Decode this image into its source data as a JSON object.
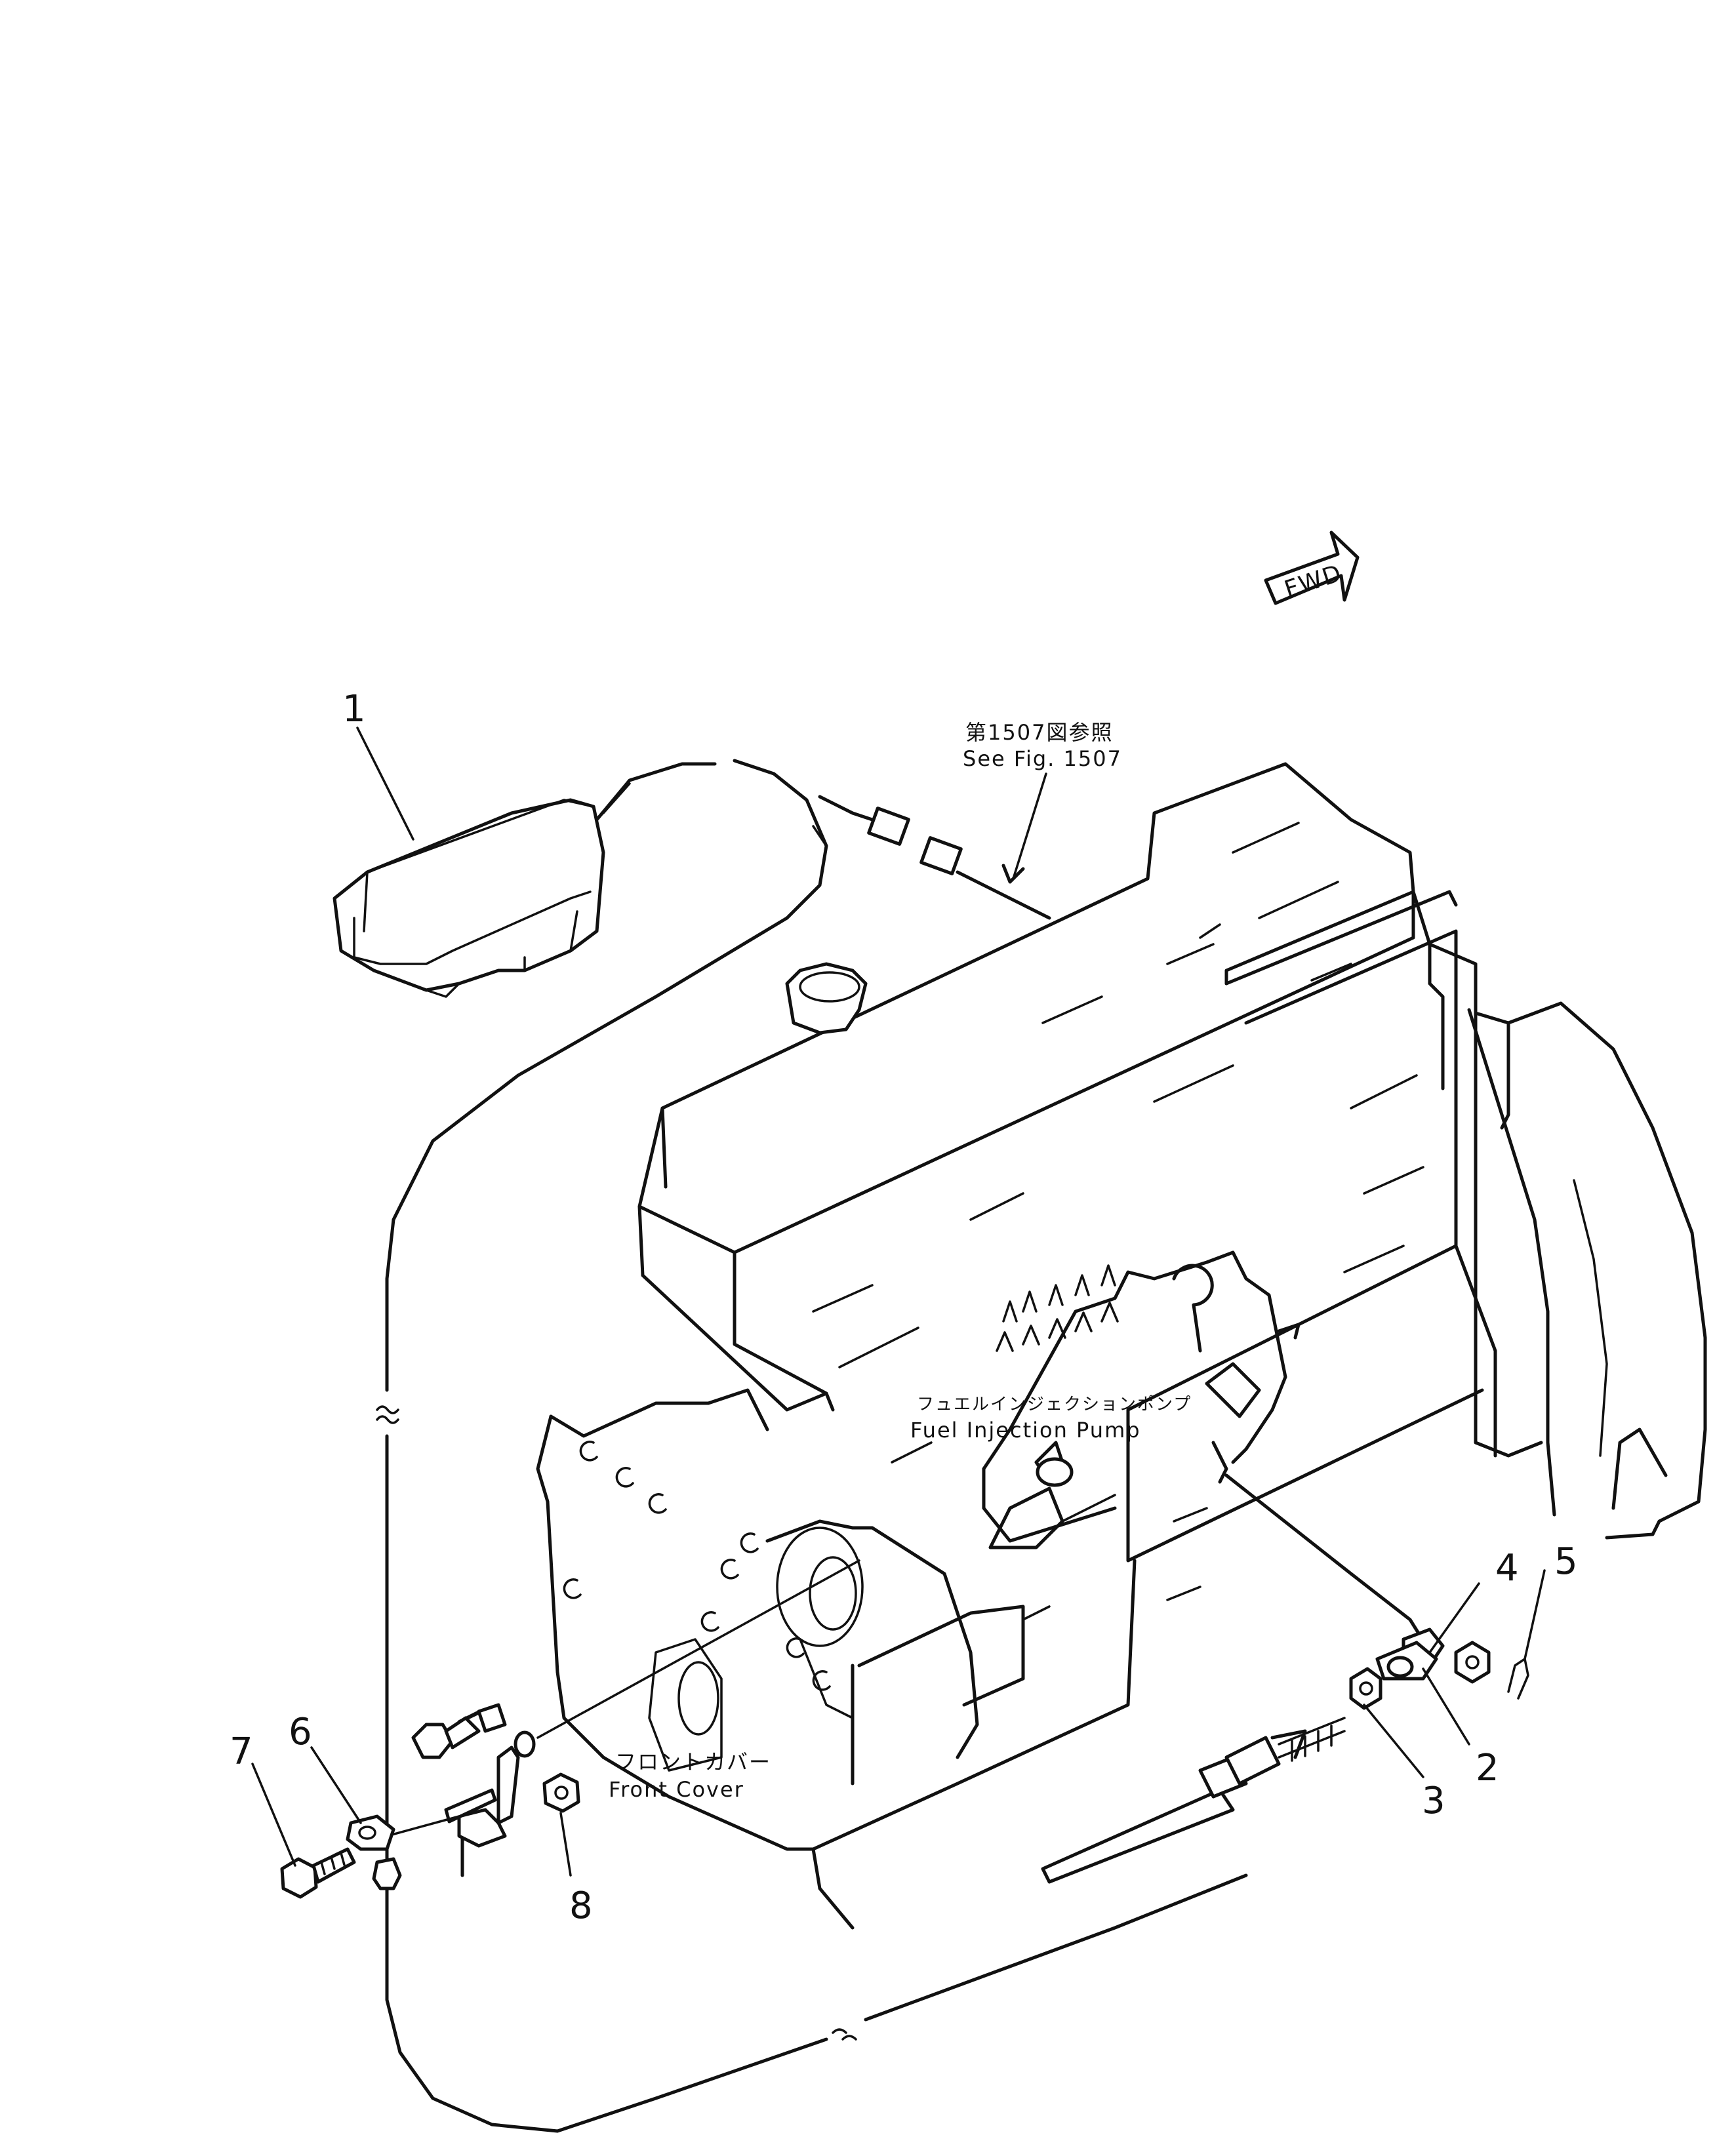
{
  "callouts": {
    "c1": "1",
    "c2": "2",
    "c3": "3",
    "c4": "4",
    "c5": "5",
    "c6": "6",
    "c7": "7",
    "c8": "8"
  },
  "labels": {
    "fwd": "FWD",
    "ref_jp": "第1507図参照",
    "ref_en": "See Fig. 1507",
    "pump_jp": "フュエルインジェクションポンプ",
    "pump_en": "Fuel Injection Pump",
    "cover_jp": "フロントカバー",
    "cover_en": "Front Cover"
  }
}
